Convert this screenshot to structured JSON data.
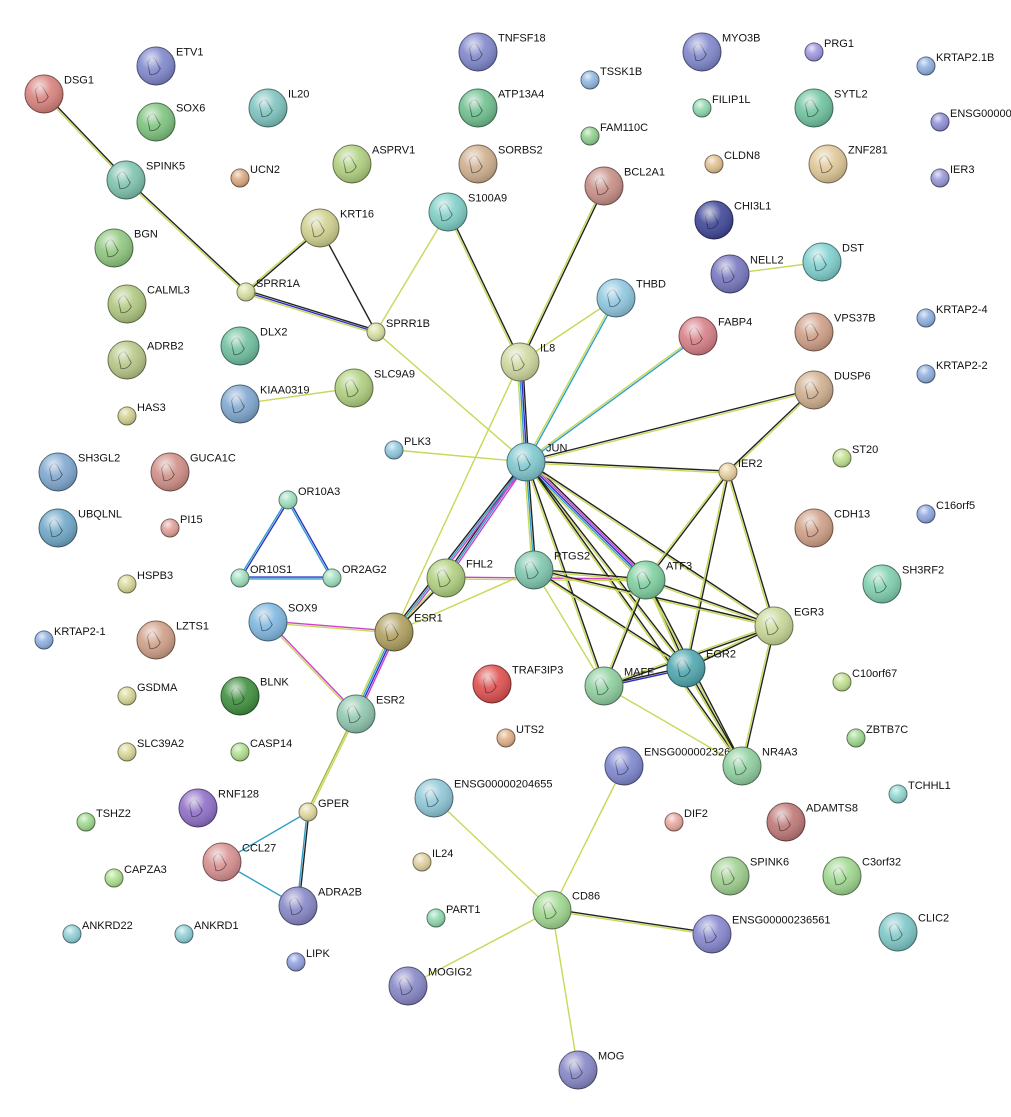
{
  "nodes": [
    {
      "id": "DSG1",
      "color": "#d9837e"
    },
    {
      "id": "ETV1",
      "color": "#8088cc"
    },
    {
      "id": "SOX6",
      "color": "#7fc47f"
    },
    {
      "id": "IL20",
      "color": "#7fc4c0"
    },
    {
      "id": "SPINK5",
      "color": "#7fc4b0"
    },
    {
      "id": "UCN2",
      "color": "#d9a880"
    },
    {
      "id": "ASPRV1",
      "color": "#b0d080"
    },
    {
      "id": "KRT16",
      "color": "#d0d090"
    },
    {
      "id": "BGN",
      "color": "#90c880"
    },
    {
      "id": "SPRR1A",
      "color": "#d8e0a0"
    },
    {
      "id": "SPRR1B",
      "color": "#d8e0a0"
    },
    {
      "id": "CALML3",
      "color": "#b0c880"
    },
    {
      "id": "DLX2",
      "color": "#70c0a0"
    },
    {
      "id": "ADRB2",
      "color": "#b8c888"
    },
    {
      "id": "SLC9A9",
      "color": "#b0d080"
    },
    {
      "id": "KIAA0319",
      "color": "#80a8d0"
    },
    {
      "id": "HAS3",
      "color": "#d0d090"
    },
    {
      "id": "TNFSF18",
      "color": "#8088cc"
    },
    {
      "id": "ATP13A4",
      "color": "#70c090"
    },
    {
      "id": "SORBS2",
      "color": "#d0b090"
    },
    {
      "id": "S100A9",
      "color": "#80d0c8"
    },
    {
      "id": "TSSK1B",
      "color": "#90b8e0"
    },
    {
      "id": "FAM110C",
      "color": "#90d090"
    },
    {
      "id": "BCL2A1",
      "color": "#c89088"
    },
    {
      "id": "MYO3B",
      "color": "#8088cc"
    },
    {
      "id": "FILIP1L",
      "color": "#90d8b0"
    },
    {
      "id": "PRG1",
      "color": "#a098e0"
    },
    {
      "id": "SYTL2",
      "color": "#70c4a0"
    },
    {
      "id": "CLDN8",
      "color": "#e0c090"
    },
    {
      "id": "ZNF281",
      "color": "#e0c898"
    },
    {
      "id": "KRTAP2.1B",
      "color": "#90b0e0"
    },
    {
      "id": "ENSG00000",
      "color": "#9090d8"
    },
    {
      "id": "IER3",
      "color": "#9898d8"
    },
    {
      "id": "CHI3L1",
      "color": "#404898"
    },
    {
      "id": "NELL2",
      "color": "#7878c0"
    },
    {
      "id": "DST",
      "color": "#80d0d0"
    },
    {
      "id": "THBD",
      "color": "#90c8e0"
    },
    {
      "id": "IL8",
      "color": "#d0d8a0"
    },
    {
      "id": "FABP4",
      "color": "#d88088"
    },
    {
      "id": "VPS37B",
      "color": "#d0a088"
    },
    {
      "id": "KRTAP2-4",
      "color": "#90b0e0"
    },
    {
      "id": "KRTAP2-2",
      "color": "#90b0e0"
    },
    {
      "id": "DUSP6",
      "color": "#d0b090"
    },
    {
      "id": "JUN",
      "color": "#80c8d0"
    },
    {
      "id": "PLK3",
      "color": "#90c8e0"
    },
    {
      "id": "IER2",
      "color": "#e8d0a0"
    },
    {
      "id": "ST20",
      "color": "#c0e090"
    },
    {
      "id": "SH3GL2",
      "color": "#80a8d0"
    },
    {
      "id": "GUCA1C",
      "color": "#d09088"
    },
    {
      "id": "OR10A3",
      "color": "#a0e0c0"
    },
    {
      "id": "CDH13",
      "color": "#d0a088"
    },
    {
      "id": "C16orf5",
      "color": "#90a8e0"
    },
    {
      "id": "UBQLNL",
      "color": "#70a8c8"
    },
    {
      "id": "PI15",
      "color": "#e0a098"
    },
    {
      "id": "OR10S1",
      "color": "#a0e0c0"
    },
    {
      "id": "OR2AG2",
      "color": "#a0e0c0"
    },
    {
      "id": "FHL2",
      "color": "#b0d080"
    },
    {
      "id": "PTGS2",
      "color": "#80c8b0"
    },
    {
      "id": "ATF3",
      "color": "#80d0a0"
    },
    {
      "id": "SH3RF2",
      "color": "#80d0b0"
    },
    {
      "id": "HSPB3",
      "color": "#d8d898"
    },
    {
      "id": "KRTAP2-1",
      "color": "#90b0e0"
    },
    {
      "id": "LZTS1",
      "color": "#d0a088"
    },
    {
      "id": "SOX9",
      "color": "#80b8e0"
    },
    {
      "id": "ESR1",
      "color": "#b0a060"
    },
    {
      "id": "EGR3",
      "color": "#c8d898"
    },
    {
      "id": "TRAF3IP3",
      "color": "#e05050"
    },
    {
      "id": "EGR2",
      "color": "#50a8b0"
    },
    {
      "id": "MAFF",
      "color": "#90d0a0"
    },
    {
      "id": "BLNK",
      "color": "#409040"
    },
    {
      "id": "GSDMA",
      "color": "#d8d898"
    },
    {
      "id": "C10orf67",
      "color": "#c0e090"
    },
    {
      "id": "ESR2",
      "color": "#90c8b0"
    },
    {
      "id": "SLC39A2",
      "color": "#d8d898"
    },
    {
      "id": "CASP14",
      "color": "#b0e090"
    },
    {
      "id": "UTS2",
      "color": "#e0b088"
    },
    {
      "id": "ZBTB7C",
      "color": "#a0d890"
    },
    {
      "id": "ENSG00000232641",
      "color": "#8088d0"
    },
    {
      "id": "NR4A3",
      "color": "#90d0a0"
    },
    {
      "id": "TCHHL1",
      "color": "#90d8d0"
    },
    {
      "id": "RNF128",
      "color": "#9070c8"
    },
    {
      "id": "ENSG00000204655",
      "color": "#90c8d8"
    },
    {
      "id": "ADAMTS8",
      "color": "#c07878"
    },
    {
      "id": "TSHZ2",
      "color": "#a0d890"
    },
    {
      "id": "GPER",
      "color": "#e0d8a0"
    },
    {
      "id": "DIF2",
      "color": "#e8a8a0"
    },
    {
      "id": "CCL27",
      "color": "#d89090"
    },
    {
      "id": "IL24",
      "color": "#e0d0a0"
    },
    {
      "id": "SPINK6",
      "color": "#a0d090"
    },
    {
      "id": "C3orf32",
      "color": "#a0d890"
    },
    {
      "id": "CAPZA3",
      "color": "#b0e090"
    },
    {
      "id": "CD86",
      "color": "#a0d890"
    },
    {
      "id": "ADRA2B",
      "color": "#8888c8"
    },
    {
      "id": "ENSG00000236561",
      "color": "#8888d0"
    },
    {
      "id": "CLIC2",
      "color": "#80c8c8"
    },
    {
      "id": "ANKRD22",
      "color": "#90d0d8"
    },
    {
      "id": "ANKRD1",
      "color": "#90d0d8"
    },
    {
      "id": "PART1",
      "color": "#90d8b0"
    },
    {
      "id": "LIPK",
      "color": "#90a0e0"
    },
    {
      "id": "MOGIG2",
      "color": "#8888c8"
    },
    {
      "id": "MOG",
      "color": "#8888c8"
    }
  ],
  "edges": [
    {
      "from": "DSG1",
      "to": "SPINK5",
      "colors": [
        "#222222",
        "#c8d858"
      ]
    },
    {
      "from": "SPINK5",
      "to": "SPRR1A",
      "colors": [
        "#222222",
        "#c8d858"
      ]
    },
    {
      "from": "SPRR1A",
      "to": "SPRR1B",
      "colors": [
        "#222222",
        "#3030c8",
        "#c8d858"
      ]
    },
    {
      "from": "KRT16",
      "to": "SPRR1A",
      "colors": [
        "#222222",
        "#c8d858"
      ]
    },
    {
      "from": "KRT16",
      "to": "SPRR1B",
      "colors": [
        "#222222"
      ]
    },
    {
      "from": "SPRR1B",
      "to": "JUN",
      "colors": [
        "#c8d858"
      ]
    },
    {
      "from": "S100A9",
      "to": "SPRR1B",
      "colors": [
        "#c8d858"
      ]
    },
    {
      "from": "S100A9",
      "to": "IL8",
      "colors": [
        "#222222",
        "#c8d858"
      ]
    },
    {
      "from": "BCL2A1",
      "to": "IL8",
      "colors": [
        "#222222",
        "#c8d858"
      ]
    },
    {
      "from": "IL8",
      "to": "THBD",
      "colors": [
        "#c8d858"
      ]
    },
    {
      "from": "IL8",
      "to": "JUN",
      "colors": [
        "#222222",
        "#3030c8",
        "#30a0c8",
        "#c8d858"
      ]
    },
    {
      "from": "THBD",
      "to": "JUN",
      "colors": [
        "#30a0c8",
        "#c8d858"
      ]
    },
    {
      "from": "FABP4",
      "to": "JUN",
      "colors": [
        "#30a0c8",
        "#c8d858"
      ]
    },
    {
      "from": "KIAA0319",
      "to": "SLC9A9",
      "colors": [
        "#c8d858"
      ]
    },
    {
      "from": "NELL2",
      "to": "DST",
      "colors": [
        "#c8d858"
      ]
    },
    {
      "from": "PLK3",
      "to": "JUN",
      "colors": [
        "#c8d858"
      ]
    },
    {
      "from": "JUN",
      "to": "DUSP6",
      "colors": [
        "#222222",
        "#c8d858"
      ]
    },
    {
      "from": "JUN",
      "to": "IER2",
      "colors": [
        "#222222",
        "#c8d858"
      ]
    },
    {
      "from": "IER2",
      "to": "DUSP6",
      "colors": [
        "#222222",
        "#c8d858"
      ]
    },
    {
      "from": "JUN",
      "to": "FHL2",
      "colors": [
        "#d040d0",
        "#30a0c8",
        "#222222"
      ]
    },
    {
      "from": "JUN",
      "to": "PTGS2",
      "colors": [
        "#222222",
        "#30a0c8",
        "#c8d858"
      ]
    },
    {
      "from": "JUN",
      "to": "ATF3",
      "colors": [
        "#222222",
        "#d040d0",
        "#3030c8",
        "#30a0c8",
        "#c8d858"
      ]
    },
    {
      "from": "JUN",
      "to": "EGR3",
      "colors": [
        "#222222",
        "#c8d858"
      ]
    },
    {
      "from": "JUN",
      "to": "EGR2",
      "colors": [
        "#222222",
        "#c8d858"
      ]
    },
    {
      "from": "JUN",
      "to": "MAFF",
      "colors": [
        "#222222",
        "#c8d858"
      ]
    },
    {
      "from": "JUN",
      "to": "NR4A3",
      "colors": [
        "#222222",
        "#c8d858"
      ]
    },
    {
      "from": "JUN",
      "to": "ESR1",
      "colors": [
        "#d040d0",
        "#30a0c8",
        "#222222"
      ]
    },
    {
      "from": "IER2",
      "to": "ATF3",
      "colors": [
        "#222222",
        "#c8d858"
      ]
    },
    {
      "from": "IER2",
      "to": "EGR3",
      "colors": [
        "#222222",
        "#c8d858"
      ]
    },
    {
      "from": "IER2",
      "to": "EGR2",
      "colors": [
        "#222222",
        "#c8d858"
      ]
    },
    {
      "from": "FHL2",
      "to": "ATF3",
      "colors": [
        "#d040d0",
        "#c8d858"
      ]
    },
    {
      "from": "FHL2",
      "to": "ESR1",
      "colors": [
        "#222222",
        "#c8d858"
      ]
    },
    {
      "from": "PTGS2",
      "to": "ATF3",
      "colors": [
        "#222222",
        "#c8d858"
      ]
    },
    {
      "from": "PTGS2",
      "to": "EGR3",
      "colors": [
        "#222222",
        "#c8d858"
      ]
    },
    {
      "from": "PTGS2",
      "to": "EGR2",
      "colors": [
        "#222222",
        "#c8d858"
      ]
    },
    {
      "from": "PTGS2",
      "to": "MAFF",
      "colors": [
        "#c8d858"
      ]
    },
    {
      "from": "PTGS2",
      "to": "ESR1",
      "colors": [
        "#c8d858"
      ]
    },
    {
      "from": "ATF3",
      "to": "EGR3",
      "colors": [
        "#222222",
        "#c8d858"
      ]
    },
    {
      "from": "ATF3",
      "to": "EGR2",
      "colors": [
        "#222222",
        "#c8d858"
      ]
    },
    {
      "from": "ATF3",
      "to": "MAFF",
      "colors": [
        "#222222",
        "#c8d858"
      ]
    },
    {
      "from": "ATF3",
      "to": "NR4A3",
      "colors": [
        "#222222",
        "#c8d858"
      ]
    },
    {
      "from": "EGR3",
      "to": "EGR2",
      "colors": [
        "#222222",
        "#c8d858"
      ]
    },
    {
      "from": "EGR3",
      "to": "MAFF",
      "colors": [
        "#222222",
        "#c8d858"
      ]
    },
    {
      "from": "EGR3",
      "to": "NR4A3",
      "colors": [
        "#222222",
        "#c8d858"
      ]
    },
    {
      "from": "EGR2",
      "to": "MAFF",
      "colors": [
        "#3030c8",
        "#222222"
      ]
    },
    {
      "from": "EGR2",
      "to": "NR4A3",
      "colors": [
        "#222222",
        "#c8d858"
      ]
    },
    {
      "from": "MAFF",
      "to": "NR4A3",
      "colors": [
        "#c8d858"
      ]
    },
    {
      "from": "ESR1",
      "to": "IL8",
      "colors": [
        "#c8d858"
      ]
    },
    {
      "from": "SOX9",
      "to": "ESR1",
      "colors": [
        "#d040d0",
        "#c8d858"
      ]
    },
    {
      "from": "SOX9",
      "to": "ESR2",
      "colors": [
        "#d040d0",
        "#c8d858"
      ]
    },
    {
      "from": "ESR1",
      "to": "ESR2",
      "colors": [
        "#d040d0",
        "#3030c8",
        "#30a0c8",
        "#c8d858"
      ]
    },
    {
      "from": "ESR2",
      "to": "GPER",
      "colors": [
        "#c8d858",
        "#a0b840"
      ]
    },
    {
      "from": "GPER",
      "to": "CCL27",
      "colors": [
        "#30a0c8"
      ]
    },
    {
      "from": "GPER",
      "to": "ADRA2B",
      "colors": [
        "#222222",
        "#30a0c8"
      ]
    },
    {
      "from": "CCL27",
      "to": "ADRA2B",
      "colors": [
        "#30a0c8"
      ]
    },
    {
      "from": "OR10A3",
      "to": "OR10S1",
      "colors": [
        "#3030c8",
        "#30a0c8"
      ]
    },
    {
      "from": "OR10A3",
      "to": "OR2AG2",
      "colors": [
        "#3030c8",
        "#30a0c8"
      ]
    },
    {
      "from": "OR10S1",
      "to": "OR2AG2",
      "colors": [
        "#3030c8",
        "#30a0c8"
      ]
    },
    {
      "from": "ENSG00000204655",
      "to": "CD86",
      "colors": [
        "#c8d858"
      ]
    },
    {
      "from": "ENSG00000232641",
      "to": "CD86",
      "colors": [
        "#c8d858"
      ]
    },
    {
      "from": "CD86",
      "to": "ENSG00000236561",
      "colors": [
        "#222222",
        "#c8d858"
      ]
    },
    {
      "from": "CD86",
      "to": "MOGIG2",
      "colors": [
        "#c8d858"
      ]
    },
    {
      "from": "CD86",
      "to": "MOG",
      "colors": [
        "#c8d858"
      ]
    }
  ]
}
